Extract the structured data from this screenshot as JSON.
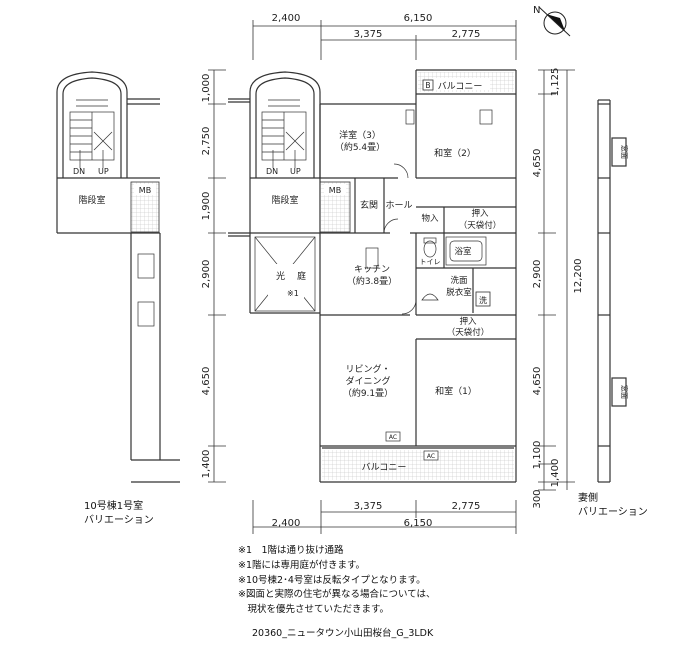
{
  "dims": {
    "top_total": [
      "2,400",
      "6,150"
    ],
    "top_sub": [
      "3,375",
      "2,775"
    ],
    "left": [
      "1,000",
      "2,750",
      "1,900",
      "2,900",
      "4,650",
      "1,400"
    ],
    "right_inner": [
      "1,125",
      "4,650",
      "2,900",
      "4,650",
      "1,100",
      "1,400"
    ],
    "right_total": "12,200",
    "right_bottom": "300",
    "bottom_sub": [
      "3,375",
      "2,775"
    ],
    "bottom_total": [
      "2,400",
      "6,150"
    ]
  },
  "rooms": {
    "balcony_top": "バルコニー",
    "balcony_mark": "B",
    "western_room": "洋室（3）",
    "western_size": "（約5.4畳）",
    "japanese2": "和室（2）",
    "stair_room": "階段室",
    "mb": "MB",
    "entrance": "玄関",
    "hall": "ホール",
    "storage": "物入",
    "closet": "押入",
    "closet_sub": "（天袋付）",
    "lightwell_1": "光",
    "lightwell_2": "庭",
    "lightwell_note": "※1",
    "kitchen": "キッチン",
    "kitchen_size": "（約3.8畳）",
    "bath": "浴室",
    "toilet": "トイレ",
    "washroom_1": "洗面",
    "washroom_2": "脱衣室",
    "washer": "洗",
    "living_1": "リビング・",
    "living_2": "ダイニング",
    "living_size": "（約9.1畳）",
    "japanese1": "和室（1）",
    "ac": "AC",
    "balcony_bottom": "バルコニー",
    "dn": "DN",
    "up": "UP",
    "left_stair": "階段室",
    "left_mb": "MB",
    "side_tag_1": "窓面",
    "side_tag_2": "窓面"
  },
  "captions": {
    "left_1": "10号棟1号室",
    "left_2": "バリエーション",
    "right_1": "妻側",
    "right_2": "バリエーション"
  },
  "notes": [
    "※1　1階は通り抜け通路",
    "※1階には専用庭が付きます。",
    "※10号棟2･4号室は反転タイプとなります。",
    "※図面と実際の住宅が異なる場合については、",
    "　現状を優先させていただきます。"
  ],
  "code": "20360_ニュータウン小山田桜台_G_3LDK",
  "compass": "N"
}
